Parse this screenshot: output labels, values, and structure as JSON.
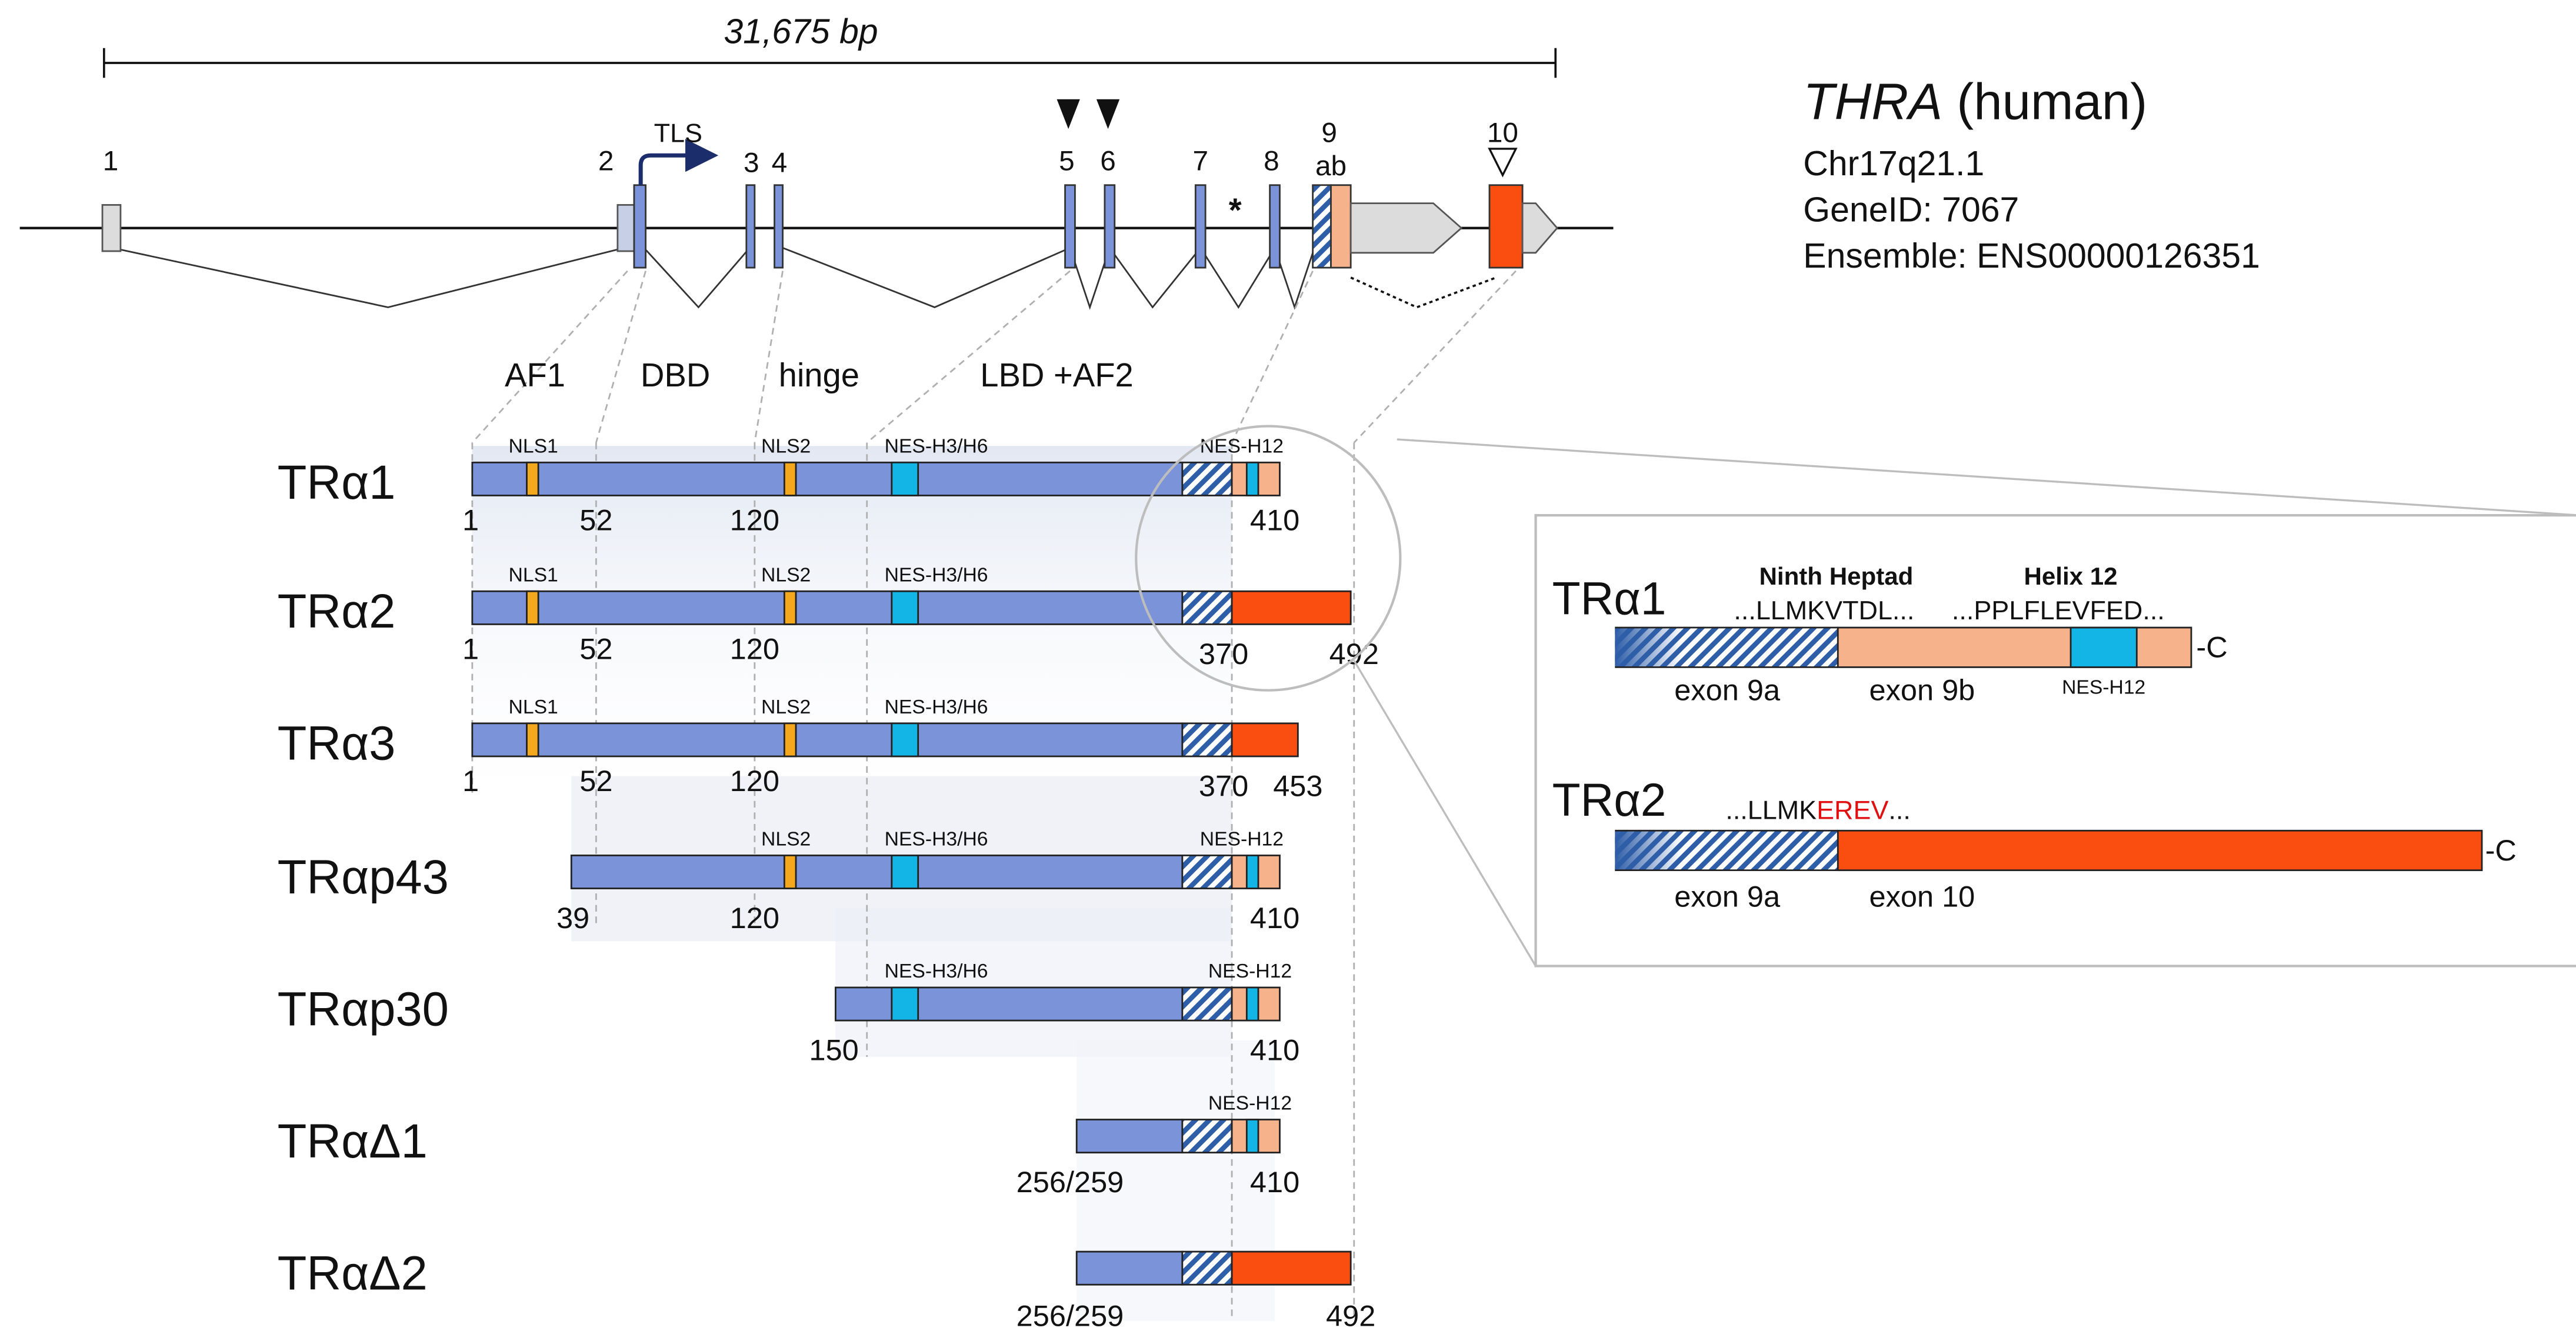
{
  "gene": {
    "length": "31,675 bp",
    "name_italic": "THRA",
    "name_suffix": " (human)",
    "location": "Chr17q21.1",
    "gene_id": "GeneID: 7067",
    "ensemble": "Ensemble: ENS00000126351",
    "tls_label": "TLS",
    "asterisk": "*",
    "exon_labels": [
      "1",
      "2",
      "3",
      "4",
      "5",
      "6",
      "7",
      "8",
      "9",
      "ab",
      "10"
    ]
  },
  "domains": [
    "AF1",
    "DBD",
    "hinge",
    "LBD +AF2"
  ],
  "isoforms": [
    {
      "name": "TRα1",
      "numbers": [
        "1",
        "52",
        "120",
        "410"
      ]
    },
    {
      "name": "TRα2",
      "numbers": [
        "1",
        "52",
        "120",
        "370",
        "492"
      ]
    },
    {
      "name": "TRα3",
      "numbers": [
        "1",
        "52",
        "120",
        "370",
        "453"
      ]
    },
    {
      "name": "TRαp43",
      "numbers": [
        "39",
        "120",
        "410"
      ]
    },
    {
      "name": "TRαp30",
      "numbers": [
        "150",
        "410"
      ]
    },
    {
      "name": "TRαΔ1",
      "numbers": [
        "256/259",
        "410"
      ]
    },
    {
      "name": "TRαΔ2",
      "numbers": [
        "256/259",
        "492"
      ]
    }
  ],
  "motifs": {
    "nls1": "NLS1",
    "nls2": "NLS2",
    "nes_h3h6": "NES-H3/H6",
    "nes_h12": "NES-H12"
  },
  "inset": {
    "tra1": {
      "name": "TRα1",
      "heptad_title": "Ninth Heptad",
      "heptad_seq": "...LLMKVTDL...",
      "helix_title": "Helix 12",
      "helix_seq": "...PPLFLEVFED...",
      "exon_a": "exon 9a",
      "exon_b": "exon 9b",
      "nes": "NES-H12",
      "terminus": "-C"
    },
    "tra2": {
      "name": "TRα2",
      "seq_prefix": "...LLMK",
      "seq_red": "EREV",
      "seq_suffix": "...",
      "exon_a": "exon 9a",
      "exon_b": "exon 10",
      "terminus": "-C"
    }
  },
  "colors": {
    "protein": "#7b93d9",
    "exon": "#7b93d9",
    "exon9b": "#f6b28a",
    "exon10": "#fa4d10",
    "nes": "#12b5e6",
    "nls": "#f4a81d",
    "hatch": "#2f5ea8",
    "utr": "#dcdcdc",
    "red_text": "#e01010"
  }
}
